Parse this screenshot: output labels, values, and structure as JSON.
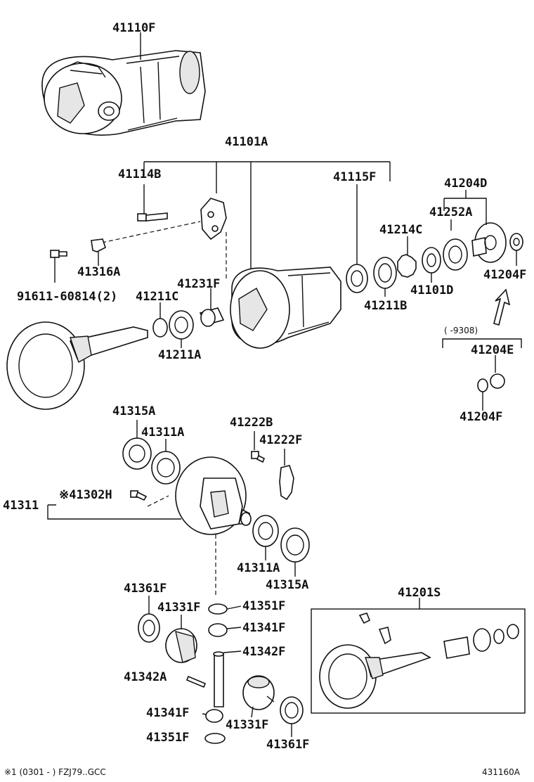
{
  "labels": {
    "l41110F": "41110F",
    "l41101A": "41101A",
    "l41114B": "41114B",
    "l41115F": "41115F",
    "l41204D": "41204D",
    "l41252A": "41252A",
    "l41214C": "41214C",
    "l41316A": "41316A",
    "l91611": "91611-60814(2)",
    "l41211C": "41211C",
    "l41231F": "41231F",
    "l41211B": "41211B",
    "l41101D": "41101D",
    "l41204F_top": "41204F",
    "l41211A": "41211A",
    "l9308": "(      -9308)",
    "l41204E": "41204E",
    "l41204F_bottom": "41204F",
    "l41315A_top": "41315A",
    "l41311A_top": "41311A",
    "l41222B": "41222B",
    "l41222F": "41222F",
    "l41311": "41311",
    "l41302H": "※41302H",
    "l41311A_bottom": "41311A",
    "l41315A_bottom": "41315A",
    "l41361F_left": "41361F",
    "l41331F_left": "41331F",
    "l41351F_top": "41351F",
    "l41341F_top": "41341F",
    "l41342F": "41342F",
    "l41342A": "41342A",
    "l41341F_bottom": "41341F",
    "l41331F_bottom": "41331F",
    "l41351F_bottom": "41351F",
    "l41361F_bottom": "41361F",
    "l41201S": "41201S"
  },
  "footer": {
    "left_note": "※1 (0301 -      ) FZJ79..GCC",
    "figure_code": "431160A"
  }
}
